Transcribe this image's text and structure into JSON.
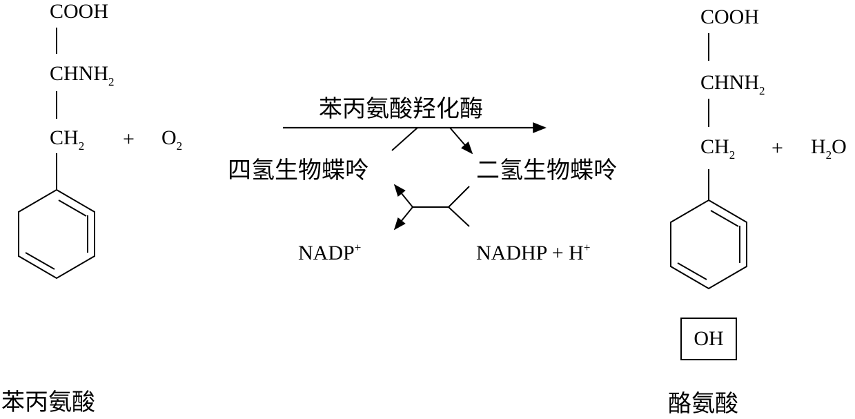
{
  "reactant": {
    "cooh": "COOH",
    "chnh": "CHNH",
    "nh_sub": "2",
    "ch": "CH",
    "ch_sub": "2",
    "plus": "+",
    "o": "O",
    "o_sub": "2",
    "name": "苯丙氨酸"
  },
  "enzyme": {
    "label": "苯丙氨酸羟化酶",
    "cofactor_in": "四氢生物蝶呤",
    "cofactor_out": "二氢生物蝶呤",
    "nadp": "NADP",
    "nadp_sup": "+",
    "nadph": "NADHP + H",
    "nadph_sup": "+"
  },
  "product": {
    "cooh": "COOH",
    "chnh": "CHNH",
    "nh_sub": "2",
    "ch": "CH",
    "ch_sub": "2",
    "plus": "+",
    "h": "H",
    "h_sub": "2",
    "o": "O",
    "oh": "OH",
    "name": "酪氨酸"
  }
}
